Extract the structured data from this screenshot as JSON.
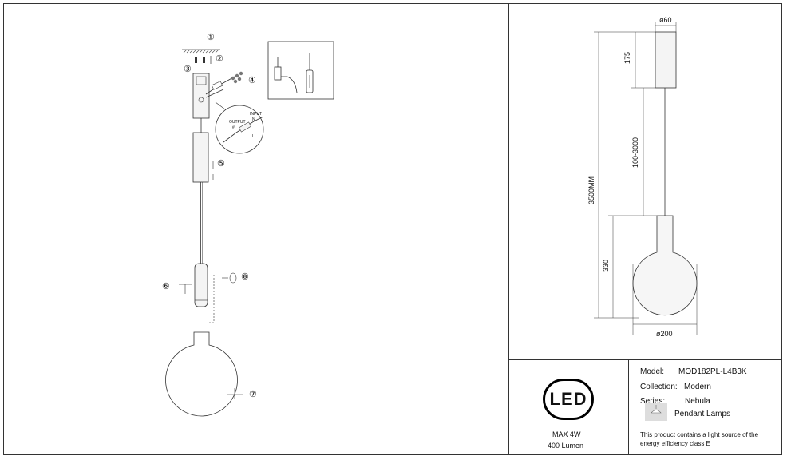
{
  "assembly_steps": [
    "①",
    "②",
    "③",
    "④",
    "⑤",
    "⑥",
    "⑦",
    "⑧"
  ],
  "wiring": {
    "output_label": "OUTPUT",
    "output_sub": "#",
    "input_label": "INPUT",
    "input_sub": "N",
    "input_sub2": "L"
  },
  "dimensions": {
    "top_diameter": "ø60",
    "canopy_height": "175",
    "cable_length": "100-3000",
    "total_height": "3500MM",
    "shade_height": "330",
    "shade_diameter": "ø200"
  },
  "led_badge": "LED",
  "power": {
    "max": "MAX 4W",
    "lumen": "400 Lumen"
  },
  "product": {
    "model_label": "Model:",
    "model_value": "MOD182PL-L4B3K",
    "collection_label": "Collection:",
    "collection_value": "Modern",
    "series_label": "Series:",
    "series_value": "Nebula",
    "type_value": "Pendant Lamps",
    "energy_line1": "This product contains a light source of the",
    "energy_line2": "energy efficiency class E"
  }
}
